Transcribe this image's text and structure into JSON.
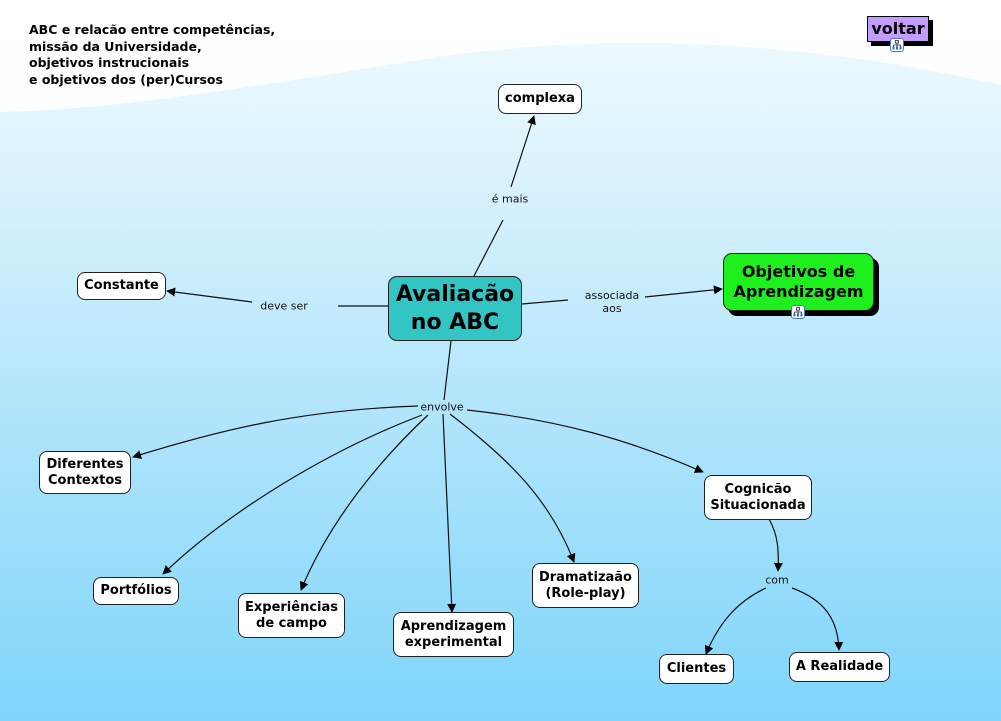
{
  "map": {
    "title": "ABC e relacão entre competências,\nmissão da Universidade,\nobjetivos instrucionais\ne objetivos dos (per)Cursos",
    "colors": {
      "central_node": "#33c4c4",
      "linked_map_node": "#1ef01e",
      "back_button": "#c39cff",
      "concept_node": "#ffffff"
    },
    "back_button": {
      "label": "voltar",
      "icon": "submap-icon"
    },
    "central": {
      "label": "Avaliacão\nno ABC"
    },
    "concepts": {
      "complexa": "complexa",
      "constante": "Constante",
      "objetivos": "Objetivos de\nAprendizagem",
      "diferentes": "Diferentes\nContextos",
      "portfolios": "Portfólios",
      "experiencias": "Experiências\nde campo",
      "aprendizagem": "Aprendizagem\nexperimental",
      "dramatizacao": "Dramatizaão\n(Role-play)",
      "cognicao": "Cognicão\nSituacionada",
      "clientes": "Clientes",
      "realidade": "A Realidade"
    },
    "linking_phrases": {
      "e_mais": "é mais",
      "deve_ser": "deve ser",
      "associada": "associada\naos",
      "envolve": "envolve",
      "com": "com"
    },
    "propositions": [
      [
        "Avaliacão no ABC",
        "é mais",
        "complexa"
      ],
      [
        "Avaliacão no ABC",
        "deve ser",
        "Constante"
      ],
      [
        "Avaliacão no ABC",
        "associada aos",
        "Objetivos de Aprendizagem"
      ],
      [
        "Avaliacão no ABC",
        "envolve",
        "Diferentes Contextos"
      ],
      [
        "Avaliacão no ABC",
        "envolve",
        "Portfólios"
      ],
      [
        "Avaliacão no ABC",
        "envolve",
        "Experiências de campo"
      ],
      [
        "Avaliacão no ABC",
        "envolve",
        "Aprendizagem experimental"
      ],
      [
        "Avaliacão no ABC",
        "envolve",
        "Dramatizaão (Role-play)"
      ],
      [
        "Avaliacão no ABC",
        "envolve",
        "Cognicão Situacionada"
      ],
      [
        "Cognicão Situacionada",
        "com",
        "Clientes"
      ],
      [
        "Cognicão Situacionada",
        "com",
        "A Realidade"
      ]
    ]
  }
}
